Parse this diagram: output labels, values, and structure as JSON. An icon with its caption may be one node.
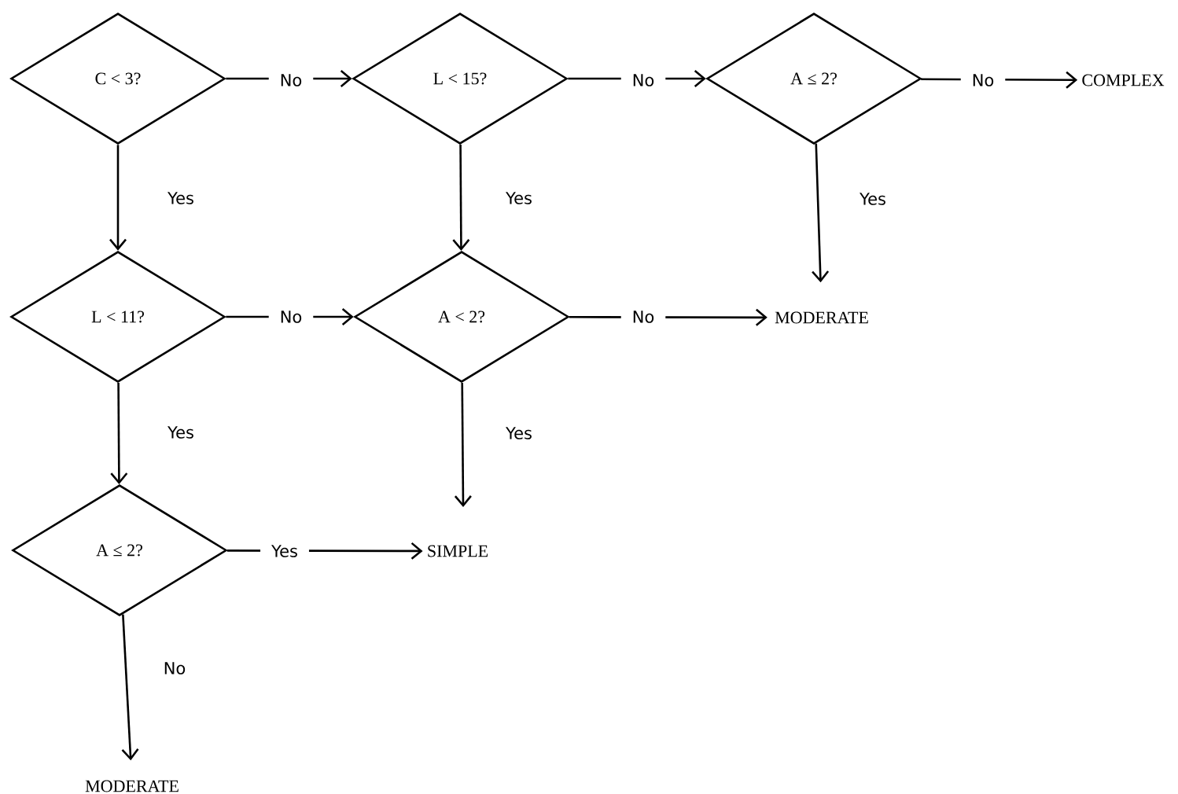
{
  "diagram": {
    "nodes": [
      {
        "text": [
          "C < 3?"
        ]
      },
      {
        "text": [
          "L < 15?"
        ]
      },
      {
        "text": [
          "A ≤ 2?"
        ]
      },
      {
        "text": [
          "COMPLEX"
        ]
      },
      {
        "text": [
          "L < 11?"
        ]
      },
      {
        "text": [
          "A < 2?"
        ]
      },
      {
        "text": [
          "MODERATE"
        ]
      },
      {
        "text": [
          "A ≤ 2?"
        ]
      },
      {
        "text": [
          "SIMPLE"
        ]
      },
      {
        "text": [
          "MODERATE"
        ]
      }
    ],
    "edges": [
      {
        "from": 0,
        "to": 1,
        "arrow": "to",
        "label": "No"
      },
      {
        "from": 1,
        "to": 2,
        "arrow": "to",
        "label": "No"
      },
      {
        "from": 2,
        "to": 3,
        "arrow": "to",
        "label": "No"
      },
      {
        "from": 0,
        "to": 4,
        "arrow": "to",
        "label": "Yes"
      },
      {
        "from": 1,
        "to": 5,
        "arrow": "to",
        "label": "Yes"
      },
      {
        "from": 2,
        "to": 6,
        "arrow": "to",
        "label": "Yes"
      },
      {
        "from": 4,
        "to": 5,
        "arrow": "to",
        "label": "No"
      },
      {
        "from": 5,
        "to": 6,
        "arrow": "to",
        "label": "No"
      },
      {
        "from": 5,
        "to": null,
        "arrow": "to",
        "label": "Yes"
      },
      {
        "from": 4,
        "to": 7,
        "arrow": "to",
        "label": "Yes"
      },
      {
        "from": 7,
        "to": 8,
        "arrow": "to",
        "label": "Yes"
      },
      {
        "from": 7,
        "to": 9,
        "arrow": "to",
        "label": "No"
      }
    ]
  }
}
